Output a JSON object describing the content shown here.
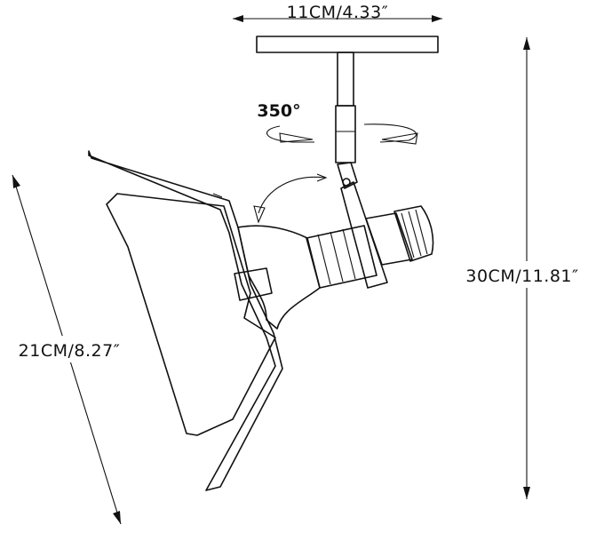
{
  "dimensions": {
    "width_label": "11CM/4.33″",
    "height_label": "30CM/11.81″",
    "diagonal_label": "21CM/8.27″"
  },
  "rotation": {
    "label": "350°"
  },
  "colors": {
    "stroke": "#111111",
    "background": "#ffffff"
  }
}
